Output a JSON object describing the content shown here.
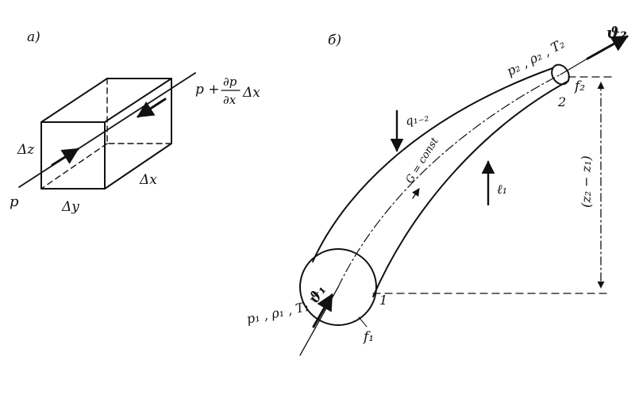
{
  "panel_a": {
    "label": "а)",
    "pressure_left": "p",
    "pressure_right_prefix": "p +",
    "derivative_num": "∂p",
    "derivative_den": "∂x",
    "derivative_suffix": "Δx",
    "dx": "Δx",
    "dy": "Δy",
    "dz": "Δz"
  },
  "panel_b": {
    "label": "б)",
    "state2": "p₂ , ρ₂ , T₂",
    "state1": "p₁ , ρ₁ , T₁",
    "velocity2": "ϑ₂",
    "velocity1": "ϑ₁",
    "area2": "f₂",
    "area1": "f₁",
    "section2": "2",
    "section1": "1",
    "heat": "q₁₋₂",
    "work": "ℓ₁",
    "flow": "G = const",
    "height": "(z₂ − z₁)"
  }
}
